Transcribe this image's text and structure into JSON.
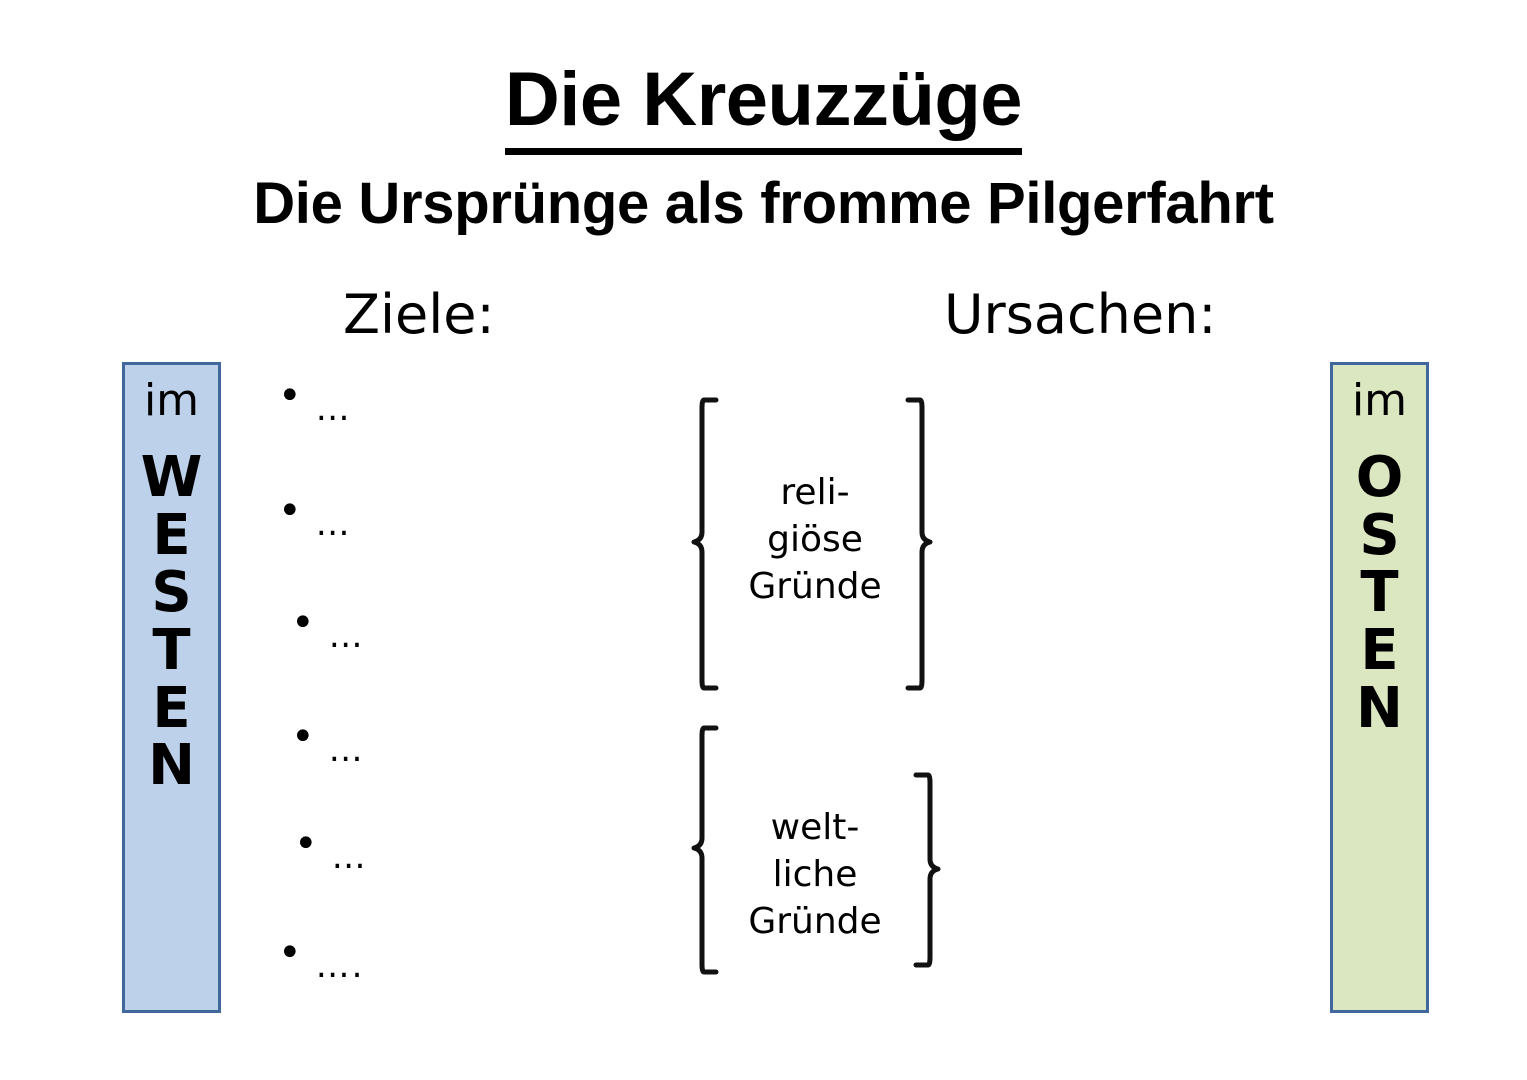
{
  "title": {
    "main": "Die Kreuzzüge",
    "subtitle": "Die Ursprünge als fromme Pilgerfahrt"
  },
  "headings": {
    "left": "Ziele:",
    "right": "Ursachen:"
  },
  "boxes": {
    "west": {
      "prefix": "im",
      "letters": [
        "W",
        "E",
        "S",
        "T",
        "E",
        "N"
      ],
      "word": "WESTEN",
      "fill": "#bdd1ea",
      "border": "#41689c"
    },
    "east": {
      "prefix": "im",
      "letters": [
        "O",
        "S",
        "T",
        "E",
        "N"
      ],
      "word": "OSTEN",
      "fill": "#dbe7c0",
      "border": "#41689c"
    }
  },
  "bullets": [
    {
      "marker": "•",
      "text": "…"
    },
    {
      "marker": "•",
      "text": "…"
    },
    {
      "marker": "•",
      "text": "…"
    },
    {
      "marker": "•",
      "text": "…"
    },
    {
      "marker": "•",
      "text": "…"
    },
    {
      "marker": "•",
      "text": "…."
    }
  ],
  "brace_groups": [
    {
      "label_lines": [
        "reli-",
        "giöse",
        "Gründe"
      ],
      "label_text": "reli- giöse Gründe"
    },
    {
      "label_lines": [
        "welt-",
        "liche",
        "Gründe"
      ],
      "label_text": "welt- liche Gründe"
    }
  ]
}
